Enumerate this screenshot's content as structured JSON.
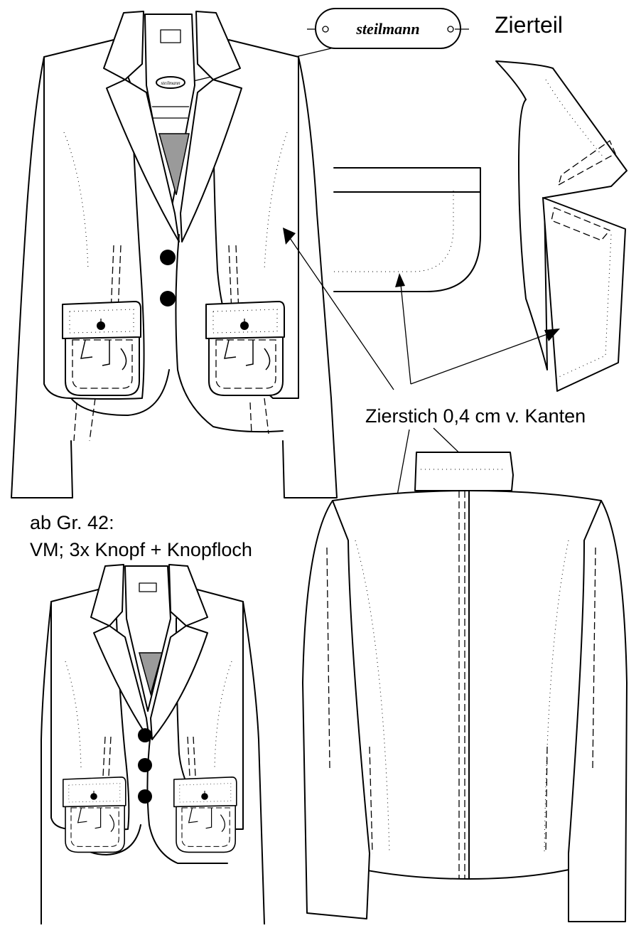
{
  "labels": {
    "brand": "steilmann",
    "brand_small": "steilmann",
    "decor_part": "Zierteil",
    "decor_stitch": "Zierstich 0,4 cm v. Kanten",
    "size_note_line1": "ab Gr. 42:",
    "size_note_line2": "VM; 3x Knopf + Knopfloch"
  }
}
